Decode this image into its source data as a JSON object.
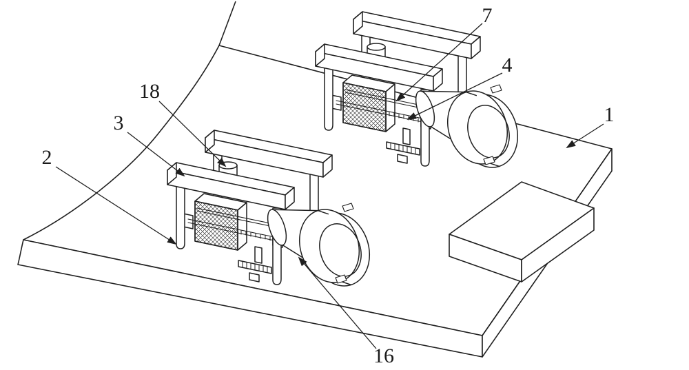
{
  "figure": {
    "background_color": "#ffffff",
    "line_color": "#1f1f1f",
    "labels": [
      {
        "id": "7",
        "text": "7"
      },
      {
        "id": "4",
        "text": "4"
      },
      {
        "id": "1",
        "text": "1"
      },
      {
        "id": "18",
        "text": "18"
      },
      {
        "id": "3",
        "text": "3"
      },
      {
        "id": "2",
        "text": "2"
      },
      {
        "id": "16",
        "text": "16"
      }
    ]
  }
}
